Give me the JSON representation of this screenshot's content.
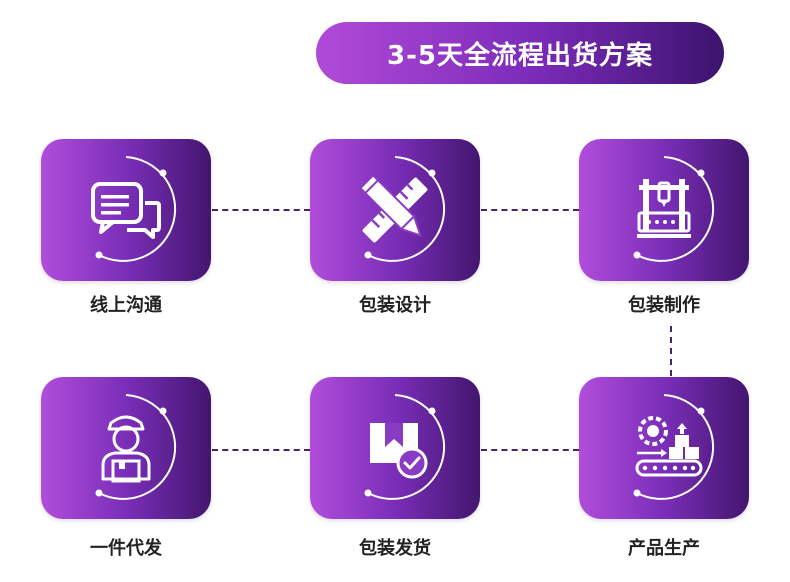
{
  "title": "3-5天全流程出货方案",
  "steps": [
    {
      "label": "线上沟通",
      "icon": "chat-bubbles-icon"
    },
    {
      "label": "包装设计",
      "icon": "ruler-pencil-icon"
    },
    {
      "label": "包装制作",
      "icon": "printing-machine-icon"
    },
    {
      "label": "一件代发",
      "icon": "courier-icon"
    },
    {
      "label": "包装发货",
      "icon": "box-check-icon"
    },
    {
      "label": "产品生产",
      "icon": "production-line-icon"
    }
  ],
  "colors": {
    "gradient_start": "#b14ddb",
    "gradient_end": "#43166f",
    "connector": "#4a2366"
  }
}
